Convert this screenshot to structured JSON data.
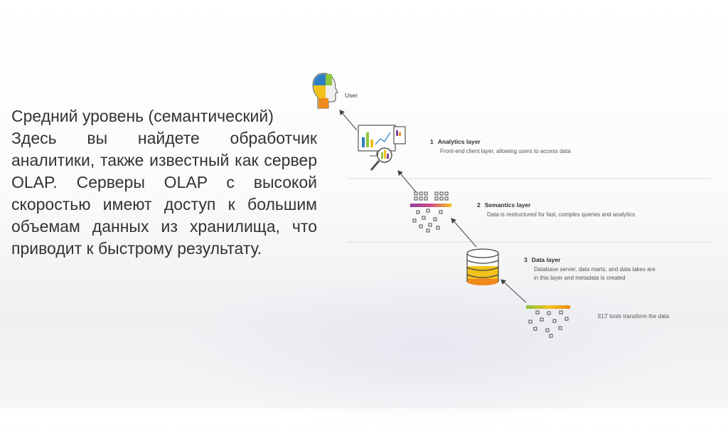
{
  "paragraph": {
    "line1": "Средний уровень (семантический)",
    "line2": "Здесь вы найдете обработчик аналитики, также известный как сервер OLAP. Серверы OLAP с высокой скоростью имеют доступ к большим объемам данных из хранилища, что приводит к быстрому результату."
  },
  "diagram": {
    "user_label": "User",
    "layers": [
      {
        "number": "1",
        "title": "Analytics layer",
        "desc_lines": [
          "Front-end client layer, allowing users to access data"
        ]
      },
      {
        "number": "2",
        "title": "Semantics layer",
        "desc_lines": [
          "Data is restructured for fast, complex queries and analytics"
        ]
      },
      {
        "number": "3",
        "title": "Data layer",
        "desc_lines": [
          "Database server, data marts, and data lakes are",
          "in this layer and metadata is created"
        ]
      }
    ],
    "elt_label": "ELT tools transform the data",
    "colors": {
      "yellow": "#f2c21b",
      "orange": "#f08a1c",
      "blue": "#2d7fc1",
      "green": "#8dc63f",
      "purple": "#8b3f98",
      "divider": "#dddddd"
    }
  }
}
